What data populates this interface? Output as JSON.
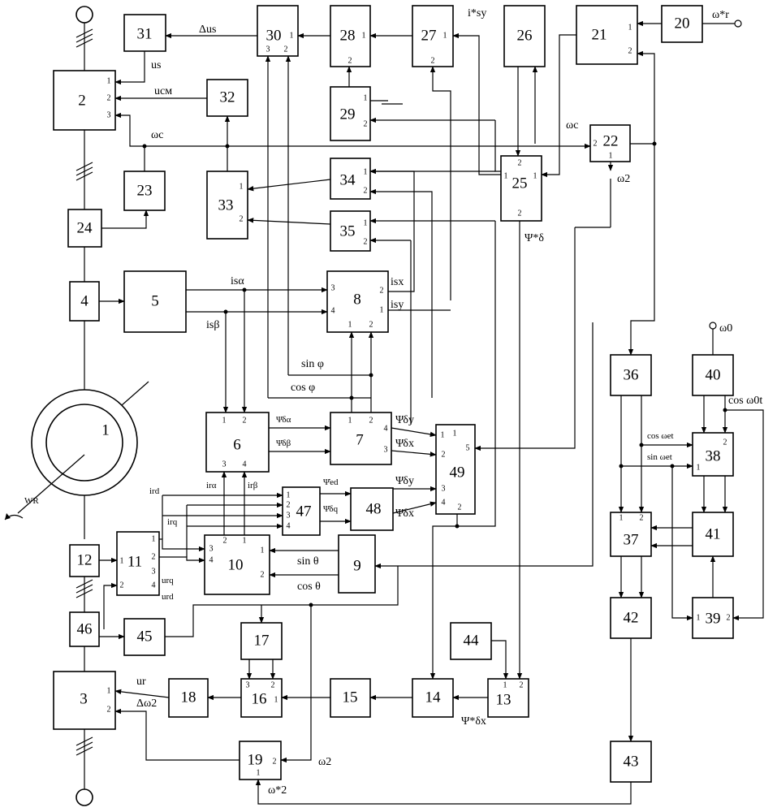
{
  "blocks": [
    "1",
    "2",
    "3",
    "4",
    "5",
    "6",
    "7",
    "8",
    "9",
    "10",
    "11",
    "12",
    "13",
    "14",
    "15",
    "16",
    "17",
    "18",
    "19",
    "20",
    "21",
    "22",
    "23",
    "24",
    "25",
    "26",
    "27",
    "28",
    "29",
    "30",
    "31",
    "32",
    "33",
    "34",
    "35",
    "36",
    "37",
    "38",
    "39",
    "40",
    "41",
    "42",
    "43",
    "44",
    "45",
    "46",
    "47",
    "48",
    "49"
  ],
  "ports": {
    "b2": [
      "1",
      "2",
      "3"
    ],
    "b3": [
      "1",
      "2"
    ],
    "b6": [
      "1",
      "2",
      "3",
      "4"
    ],
    "b7": [
      "1",
      "2",
      "4",
      "3"
    ],
    "b8": [
      "3",
      "4",
      "1",
      "2",
      "2",
      "1"
    ],
    "b10": [
      "3",
      "4",
      "2",
      "1",
      "1",
      "2"
    ],
    "b11": [
      "1",
      "1",
      "2",
      "3",
      "4",
      "2"
    ],
    "b13": [
      "1",
      "2"
    ],
    "b16": [
      "3",
      "2",
      "1"
    ],
    "b19": [
      "2",
      "1"
    ],
    "b21": [
      "1",
      "2"
    ],
    "b22": [
      "2",
      "1"
    ],
    "b25": [
      "2",
      "1",
      "1",
      "2"
    ],
    "b27": [
      "1",
      "2"
    ],
    "b28": [
      "1",
      "2"
    ],
    "b29": [
      "1",
      "2"
    ],
    "b30": [
      "1",
      "3",
      "2"
    ],
    "b33": [
      "1",
      "2"
    ],
    "b34": [
      "1",
      "2"
    ],
    "b35": [
      "1",
      "2"
    ],
    "b37": [
      "1",
      "2"
    ],
    "b38": [
      "2",
      "1"
    ],
    "b39": [
      "1",
      "2"
    ],
    "b47": [
      "1",
      "2",
      "3",
      "4"
    ],
    "b49": [
      "1",
      "1",
      "2",
      "3",
      "4",
      "5",
      "2"
    ]
  },
  "signals": {
    "omega_r_ref": "ω*r",
    "delta_us": "Δus",
    "i_sy_ref": "i*sy",
    "us": "us",
    "u_cm": "uсм",
    "omega_c_a": "ωc",
    "omega_c_b": "ωc",
    "omega_2_a": "ω2",
    "psi_delta_ref": "Ψ*δ",
    "i_s_alpha": "isα",
    "i_s_beta": "isβ",
    "i_sx": "isx",
    "i_sy": "isy",
    "sin_phi": "sin φ",
    "cos_phi": "cos φ",
    "psi_dot_alpha": "Ψ̇δα",
    "psi_dot_beta": "Ψ̇δβ",
    "psi_dy_a": "Ψδy",
    "psi_dx_a": "Ψδx",
    "psi_dot_d": "Ψ̇ed",
    "psi_dot_q": "Ψ̇δq",
    "psi_dy_b": "Ψδy",
    "psi_dx_b": "Ψδx",
    "i_rd": "ird",
    "i_rq": "irq",
    "u_rq": "urq",
    "u_rd": "urd",
    "i_r_alpha": "irα",
    "i_r_beta": "irβ",
    "sin_theta": "sin θ",
    "cos_theta": "cos θ",
    "omega_0": "ω0",
    "cos_w0t": "cos ω0t",
    "cos_wet": "cos ωet",
    "sin_wet": "sin ωet",
    "ur": "ur",
    "delta_omega2": "Δω2",
    "omega_2_b": "ω2",
    "psi_dx_ref": "Ψ*δx",
    "omega_2_ref": "ω*2",
    "wr": "WR"
  }
}
